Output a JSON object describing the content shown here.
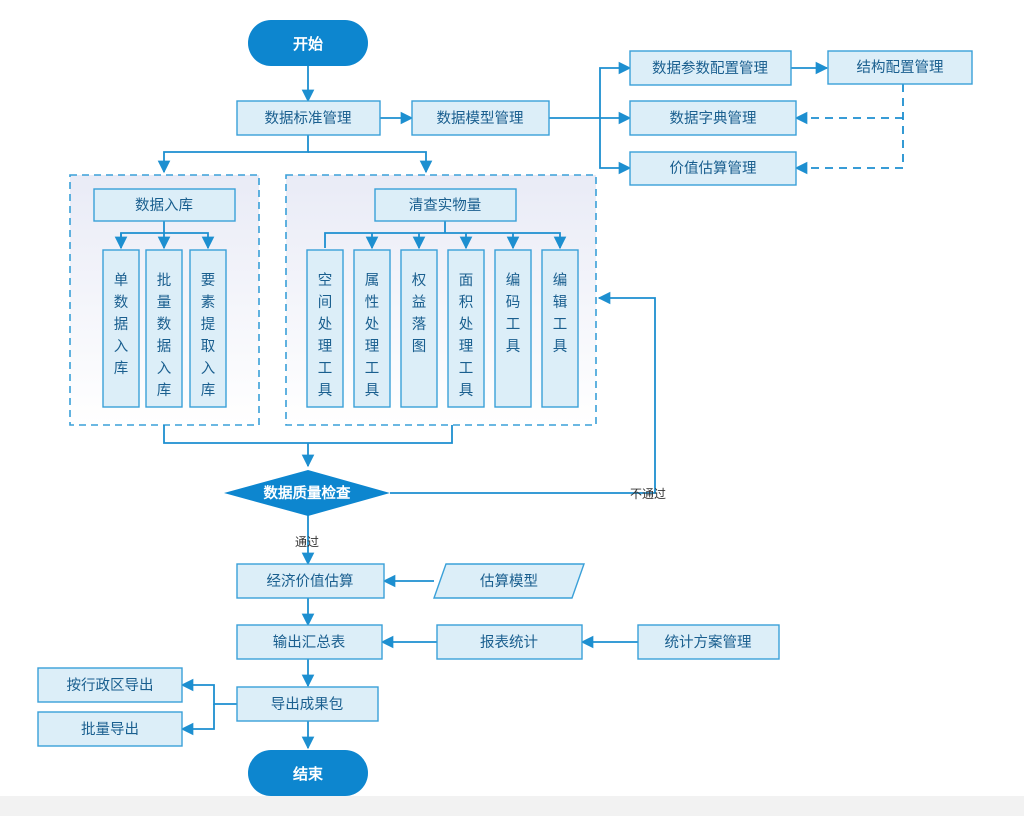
{
  "colors": {
    "box_fill": "#dceef8",
    "box_stroke": "#3aa0d8",
    "line": "#1d8fd0",
    "terminal_fill": "#0d86cf",
    "terminal_text": "#ffffff",
    "text": "#1a5f8f",
    "group_fill": "#eef0f8"
  },
  "terminals": {
    "start": "开始",
    "end": "结束"
  },
  "nodes": {
    "std_mgmt": "数据标准管理",
    "model_mgmt": "数据模型管理",
    "param_cfg": "数据参数配置管理",
    "struct_cfg": "结构配置管理",
    "dict_mgmt": "数据字典管理",
    "value_est_mgmt": "价值估算管理",
    "data_import": "数据入库",
    "verify_objects": "清查实物量",
    "econ_value_est": "经济价值估算",
    "est_model": "估算模型",
    "output_summary": "输出汇总表",
    "report_stats": "报表统计",
    "stat_plan_mgmt": "统计方案管理",
    "export_package": "导出成果包",
    "export_by_region": "按行政区导出",
    "batch_export": "批量导出"
  },
  "import_tools": [
    "单数据入库",
    "批量数据入库",
    "要素提取入库"
  ],
  "verify_tools": [
    "空间处理工具",
    "属性处理工具",
    "权益落图",
    "面积处理工具",
    "编码工具",
    "编辑工具"
  ],
  "decision": {
    "label": "数据质量检查",
    "pass_label": "通过",
    "fail_label": "不通过"
  }
}
